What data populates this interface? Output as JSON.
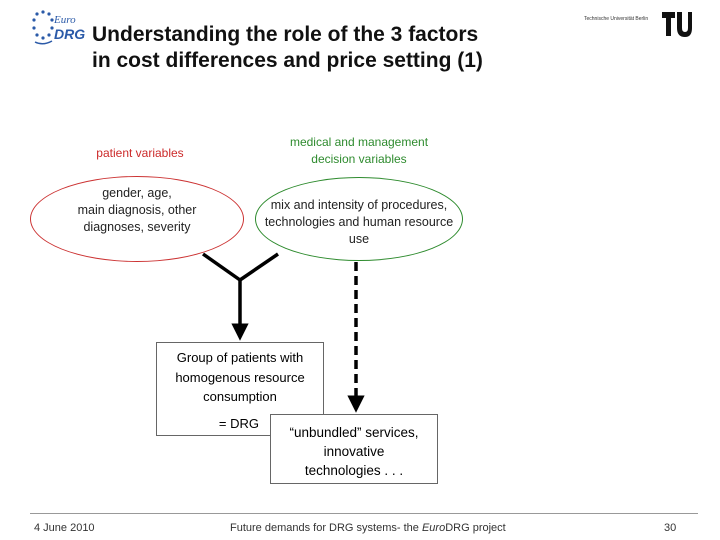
{
  "header": {
    "title_line1": "Understanding the role of the 3 factors",
    "title_line2": "in cost differences and price setting (1)",
    "logo_left": {
      "euro": "Euro",
      "drg": "DRG"
    },
    "logo_right_label": "Technische Universität Berlin"
  },
  "diagram": {
    "patient_label": "patient variables",
    "medical_label_line1": "medical and management",
    "medical_label_line2": "decision variables",
    "patient_ellipse": [
      "gender, age,",
      "main diagnosis, other",
      "diagnoses, severity"
    ],
    "medical_ellipse": [
      "mix and intensity of procedures,",
      "technologies and  human resource",
      "use"
    ],
    "group_box": [
      "Group of patients with",
      "homogenous resource",
      "consumption"
    ],
    "drg_label": "= DRG",
    "unbundled_box": [
      "“unbundled” services,",
      "innovative",
      "technologies . . ."
    ]
  },
  "colors": {
    "patient": "#cc3333",
    "medical": "#2e8b2e",
    "logo": "#2b5aa8"
  },
  "footer": {
    "date": "4 June 2010",
    "center_prefix": "Future demands for DRG systems- the ",
    "center_italic": "Euro",
    "center_suffix": "DRG project",
    "page": "30"
  }
}
